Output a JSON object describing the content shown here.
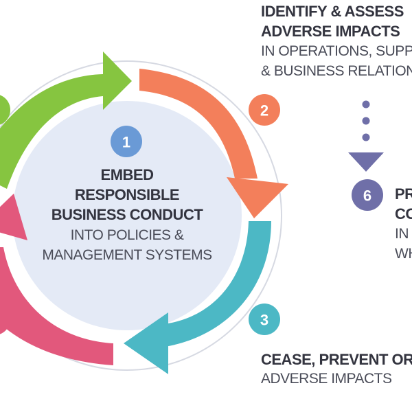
{
  "center": {
    "step": "1",
    "line1": "EMBED",
    "line2": "RESPONSIBLE",
    "line3": "BUSINESS CONDUCT",
    "line4": "INTO POLICIES &",
    "line5": "MANAGEMENT SYSTEMS"
  },
  "step2": {
    "number": "2",
    "title1": "IDENTIFY & ASSESS",
    "title2": "ADVERSE IMPACTS",
    "sub1": "IN OPERATIONS, SUPPLY",
    "sub2": "& BUSINESS RELATIONS"
  },
  "step3": {
    "number": "3",
    "title": "CEASE, PREVENT OR M",
    "sub": "ADVERSE IMPACTS"
  },
  "step6": {
    "number": "6",
    "title1": "PR",
    "title2": "CO",
    "sub1": "IN",
    "sub2": "WH"
  },
  "colors": {
    "green": "#86c540",
    "orange": "#f37f5b",
    "teal": "#4cb8c5",
    "pink": "#e2587c",
    "center_fill": "#e4eaf6",
    "badge_blue": "#6a9ad6",
    "badge_purple": "#6f6fa8",
    "dots": "#6f6fa8"
  }
}
